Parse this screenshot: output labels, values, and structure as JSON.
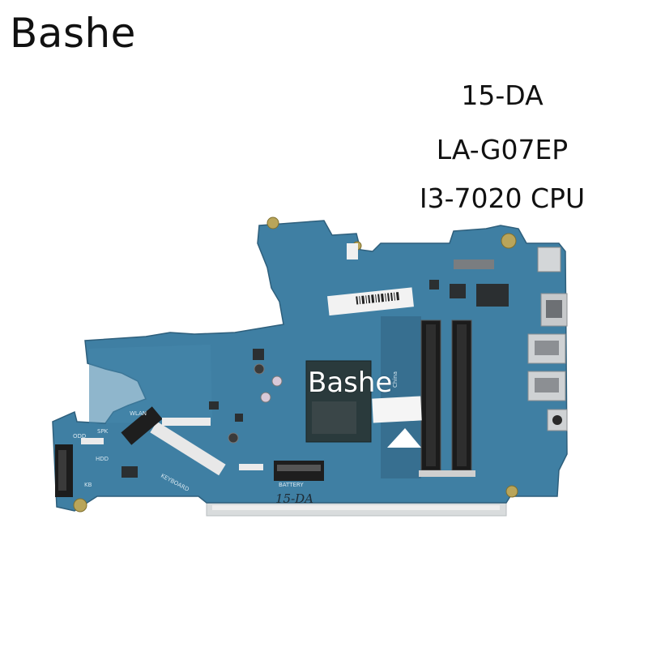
{
  "brand": "Bashe",
  "specs": [
    "15-DA",
    "LA-G07EP",
    "I3-7020 CPU"
  ],
  "watermark": "Bashe",
  "board_labels": {
    "keyboard": "KEYBOARD",
    "battery": "BATTERY",
    "hdd": "HDD",
    "odd": "ODD",
    "spk": "SPK",
    "kb": "KB",
    "wlan": "WLAN",
    "china": "China",
    "handwritten": "15-DA"
  },
  "colors": {
    "pcb": "#3f7fa3",
    "pcb_dark": "#2f6a8c",
    "edge": "#c9cdd0"
  }
}
